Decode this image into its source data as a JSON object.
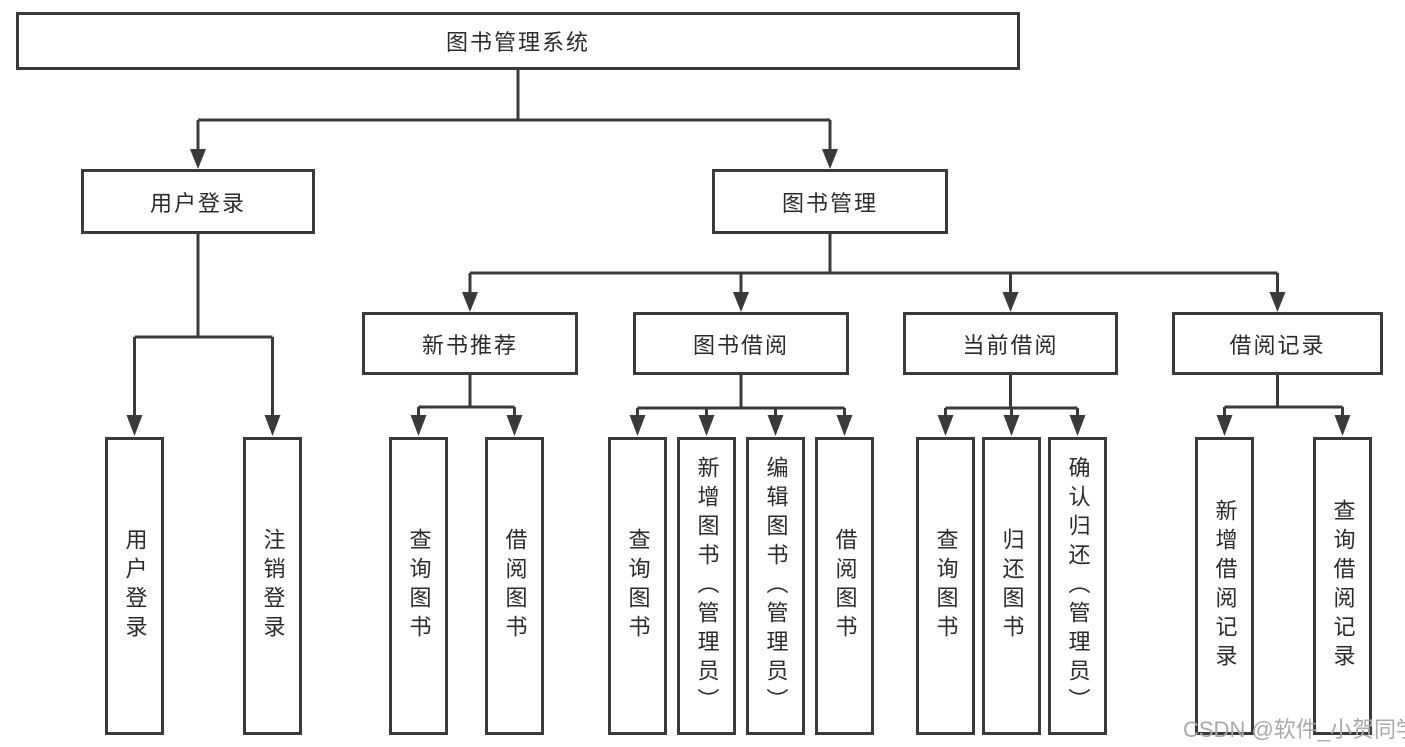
{
  "root_label": "图书管理系统",
  "nodes": {
    "user_login": {
      "label": "用户登录",
      "leaves": [
        "用户登录",
        "注销登录"
      ]
    },
    "book_mgmt": {
      "label": "图书管理"
    },
    "new_books": {
      "label": "新书推荐",
      "leaves": [
        "查询图书",
        "借阅图书"
      ]
    },
    "borrowing": {
      "label": "图书借阅",
      "leaves": [
        "查询图书",
        "新增图书（管理员）",
        "编辑图书（管理员）",
        "借阅图书"
      ]
    },
    "current": {
      "label": "当前借阅",
      "leaves": [
        "查询图书",
        "归还图书",
        "确认归还（管理员）"
      ]
    },
    "records": {
      "label": "借阅记录",
      "leaves": [
        "新增借阅记录",
        "查询借阅记录"
      ]
    }
  },
  "watermark": "CSDN @软件_小贺同学",
  "colors": {
    "line": "#3a3a3a",
    "text": "#2b2b2b",
    "watermark": "#a9a9a9",
    "background": "#ffffff"
  }
}
